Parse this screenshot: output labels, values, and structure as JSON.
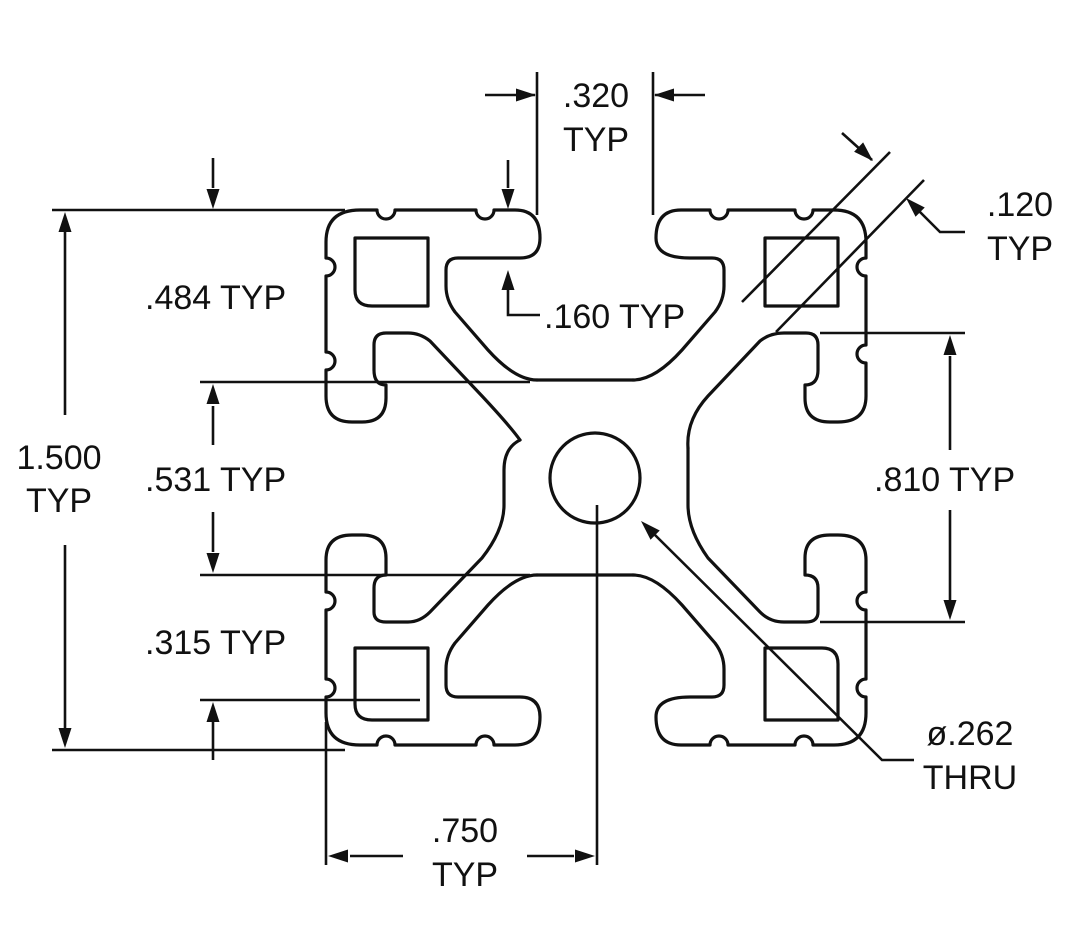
{
  "labels": {
    "slot_width": [
      ".320",
      "TYP"
    ],
    "wall": [
      ".120",
      "TYP"
    ],
    "slot_depth": ".484 TYP",
    "lip": ".160 TYP",
    "height": [
      "1.500",
      "TYP"
    ],
    "core_gap": ".531 TYP",
    "groove": ".810 TYP",
    "corner": ".315 TYP",
    "center": [
      ".750",
      "TYP"
    ],
    "bore": [
      "ø.262",
      "THRU"
    ]
  },
  "colors": {
    "line": "#111111",
    "background": "#ffffff"
  }
}
